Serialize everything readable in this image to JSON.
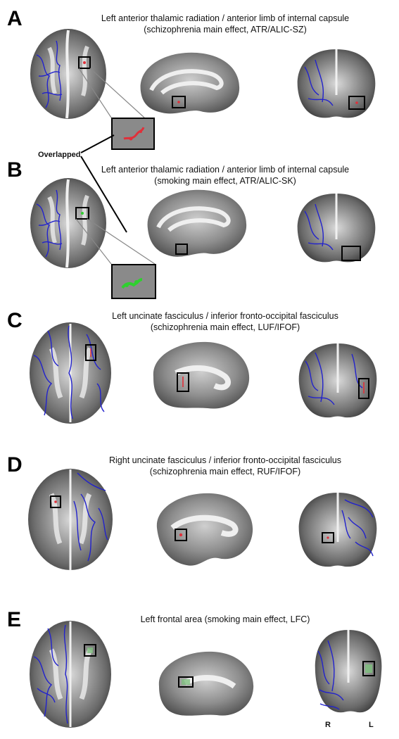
{
  "panels": [
    {
      "letter": "A",
      "caption_line1": "Left anterior thalamic radiation / anterior limb of internal capsule",
      "caption_line2": "(schizophrenia main effect, ATR/ALIC-SZ)",
      "highlight_color": "#e0303a"
    },
    {
      "letter": "B",
      "caption_line1": "Left anterior thalamic radiation / anterior limb of internal capsule",
      "caption_line2": "(smoking main effect, ATR/ALIC-SK)",
      "highlight_color": "#2fd02f"
    },
    {
      "letter": "C",
      "caption_line1": "Left uncinate fasciculus / inferior fronto-occipital fasciculus",
      "caption_line2": "(schizophrenia main effect, LUF/IFOF)",
      "highlight_color": "#e0303a"
    },
    {
      "letter": "D",
      "caption_line1": "Right uncinate fasciculus / inferior fronto-occipital fasciculus",
      "caption_line2": "(schizophrenia main effect, RUF/IFOF)",
      "highlight_color": "#e0303a"
    },
    {
      "letter": "E",
      "caption_line1": "Left frontal area (smoking main effect, LFC)",
      "caption_line2": "",
      "highlight_color": "#2fd02f"
    }
  ],
  "overlap_label": "Overlapped",
  "orientation": {
    "right": "R",
    "left": "L"
  },
  "colors": {
    "tract": "#2222cc",
    "brain_dark": "#3a3a3a",
    "brain_light": "#e8e8e8",
    "box": "#000000"
  }
}
